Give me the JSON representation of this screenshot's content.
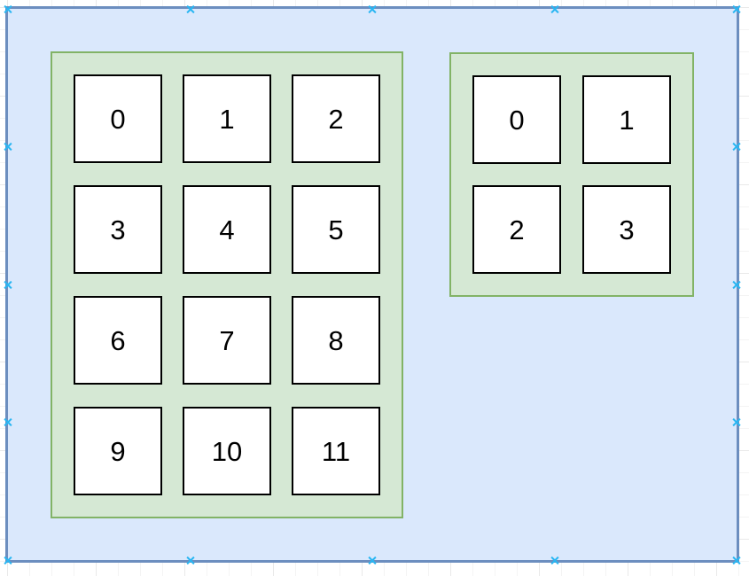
{
  "colors": {
    "canvas-bg": "#ffffff",
    "grid-minor": "#f4f4f4",
    "grid-major": "#e9e9e9",
    "container-fill": "#dae8fc",
    "container-stroke": "#6c8ebf",
    "group-fill": "#d5e8d4",
    "group-stroke": "#82b366",
    "cell-fill": "#ffffff",
    "cell-stroke": "#000000",
    "cell-text": "#000000",
    "connection-point": "#29b6f2"
  },
  "diagram": {
    "left_grid": {
      "columns": 3,
      "rows": 4,
      "cells": [
        "0",
        "1",
        "2",
        "3",
        "4",
        "5",
        "6",
        "7",
        "8",
        "9",
        "10",
        "11"
      ]
    },
    "right_grid": {
      "columns": 2,
      "rows": 2,
      "cells": [
        "0",
        "1",
        "2",
        "3"
      ]
    }
  }
}
